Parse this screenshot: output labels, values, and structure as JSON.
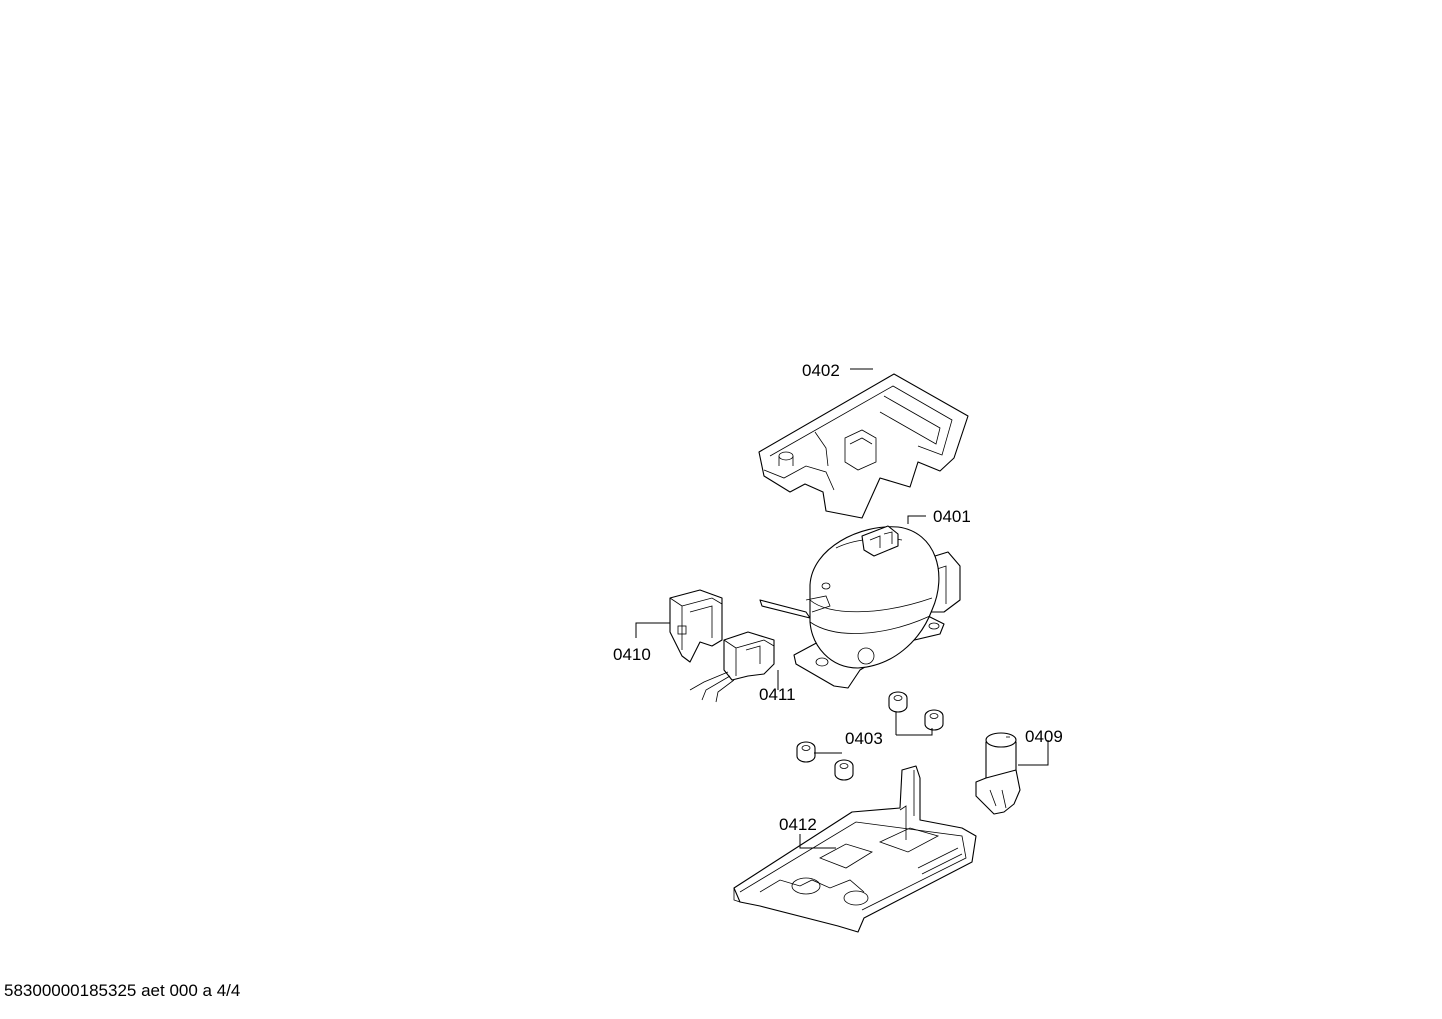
{
  "parts": {
    "p0402": "0402",
    "p0401": "0401",
    "p0410": "0410",
    "p0411": "0411",
    "p0403": "0403",
    "p0409": "0409",
    "p0412": "0412"
  },
  "footer": {
    "doc_ref": "58300000185325 aet 000 a 4/4"
  }
}
